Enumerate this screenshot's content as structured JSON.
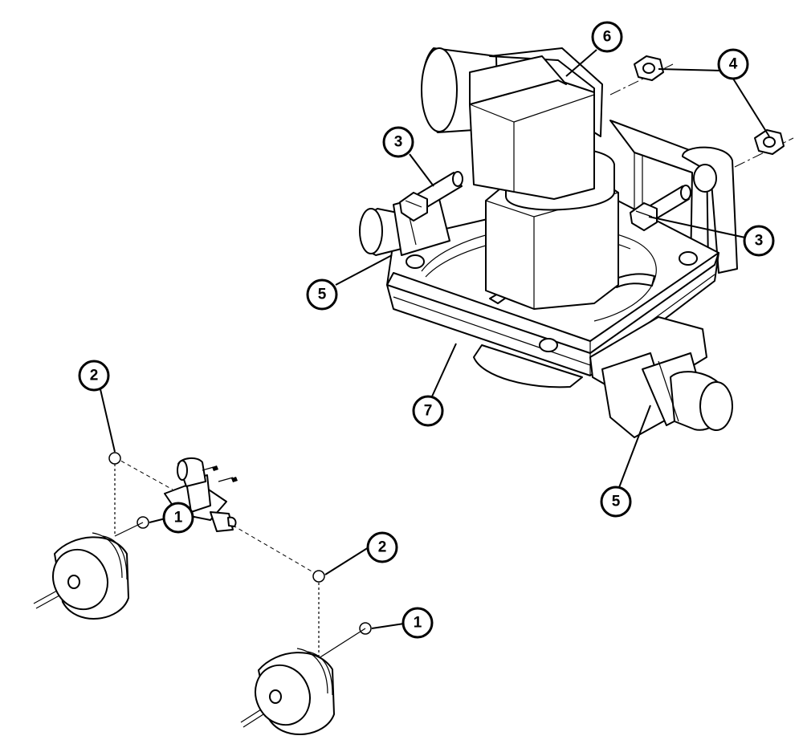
{
  "callouts": {
    "c1a": "1",
    "c1b": "1",
    "c2a": "2",
    "c2b": "2",
    "c3a": "3",
    "c3b": "3",
    "c4": "4",
    "c5a": "5",
    "c5b": "5",
    "c6": "6",
    "c7": "7"
  }
}
